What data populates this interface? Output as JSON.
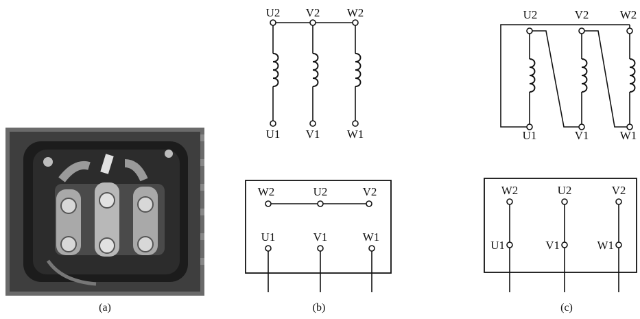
{
  "captions": {
    "a": "(a)",
    "b": "(b)",
    "c": "(c)"
  },
  "diagram_b_coils": {
    "top": [
      "U2",
      "V2",
      "W2"
    ],
    "bottom": [
      "U1",
      "V1",
      "W1"
    ]
  },
  "diagram_b_box": {
    "top": [
      "W2",
      "U2",
      "V2"
    ],
    "bottom": [
      "U1",
      "V1",
      "W1"
    ]
  },
  "diagram_c_coils": {
    "top": [
      "U2",
      "V2",
      "W2"
    ],
    "bottom": [
      "U1",
      "V1",
      "W1"
    ]
  },
  "diagram_c_box": {
    "top": [
      "W2",
      "U2",
      "V2"
    ],
    "bottom": [
      "U1",
      "V1",
      "W1"
    ]
  }
}
